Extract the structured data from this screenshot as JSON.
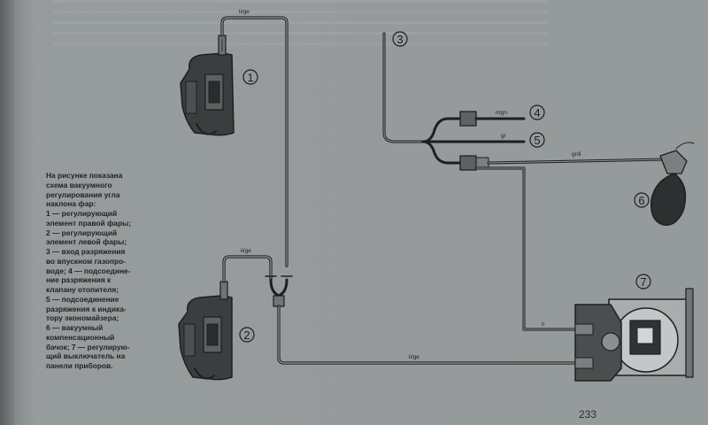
{
  "caption": {
    "lines": [
      "На рисунке показана",
      "схема вакуумного",
      "регулирования угла",
      "наклона фар:",
      "1 — регулирующий",
      "элемент правой фары;",
      "2 — регулирующий",
      "элемент левой фары;",
      "3 — вход разряжения",
      "во впускном газопро-",
      "воде; 4 — подсоедине-",
      "ние разряжения к",
      "клапану отопителя;",
      "5 — подсоединение",
      "разряжения к индика-",
      "тору экономайзера;",
      "6 — вакуумный",
      "компенсационный",
      "бачок; 7 — регулирую-",
      "щий выключатель на",
      "панели приборов."
    ]
  },
  "diagram": {
    "callouts": [
      "1",
      "2",
      "3",
      "4",
      "5",
      "6",
      "7"
    ],
    "wire_labels": {
      "top": "li/ge",
      "left_mid": "li/ge",
      "bottom": "li/ge",
      "switch": "li",
      "port4": "rt/gn",
      "port5": "gr",
      "tank": "gr/li"
    }
  },
  "page_number": "233",
  "colors": {
    "paper": "#959a9b",
    "ink": "#1c1f1f"
  }
}
